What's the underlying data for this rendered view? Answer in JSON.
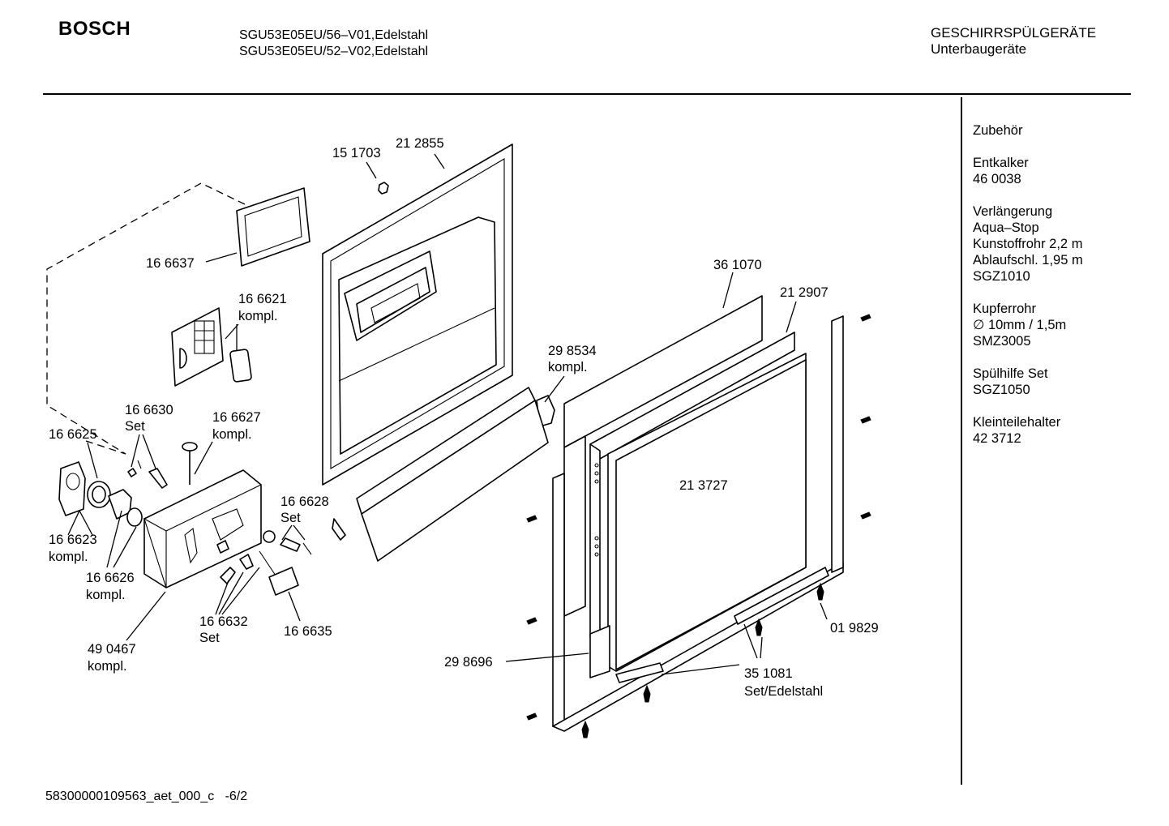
{
  "header": {
    "brand": "BOSCH",
    "model_lines": [
      "SGU53E05EU/56–V01,Edelstahl",
      "SGU53E05EU/52–V02,Edelstahl"
    ],
    "category": "GESCHIRRSPÜLGERÄTE",
    "subcategory": "Unterbaugeräte"
  },
  "sidebar": {
    "title": "Zubehör",
    "groups": [
      [
        "Entkalker",
        "46 0038"
      ],
      [
        "Verlängerung",
        "Aqua–Stop",
        "Kunstoffrohr 2,2 m",
        "Ablaufschl. 1,95 m",
        "SGZ1010"
      ],
      [
        "Kupferrohr",
        "∅ 10mm / 1,5m",
        "SMZ3005"
      ],
      [
        "Spülhilfe Set",
        "SGZ1050"
      ],
      [
        "Kleinteilehalter",
        "42 3712"
      ]
    ]
  },
  "parts": {
    "p151703": "15 1703",
    "p212855": "21 2855",
    "p166637": "16 6637",
    "p166621": "16 6621",
    "p166621_sub": "kompl.",
    "p361070": "36 1070",
    "p212907": "21 2907",
    "p298534": "29 8534",
    "p298534_sub": "kompl.",
    "p166630": "16 6630",
    "p166630_sub": "Set",
    "p166627": "16 6627",
    "p166627_sub": "kompl.",
    "p166625": "16 6625",
    "p166628": "16 6628",
    "p166628_sub": "Set",
    "p213727": "21 3727",
    "p166623": "16 6623",
    "p166623_sub": "kompl.",
    "p166626": "16 6626",
    "p166626_sub": "kompl.",
    "p166632": "16 6632",
    "p166632_sub": "Set",
    "p166635": "16 6635",
    "p490467": "49 0467",
    "p490467_sub": "kompl.",
    "p298696": "29 8696",
    "p019829": "01 9829",
    "p351081": "35 1081",
    "p351081_sub": "Set/Edelstahl"
  },
  "footer": {
    "doc_id": "58300000109563_aet_000_c",
    "page": "-6/2"
  }
}
